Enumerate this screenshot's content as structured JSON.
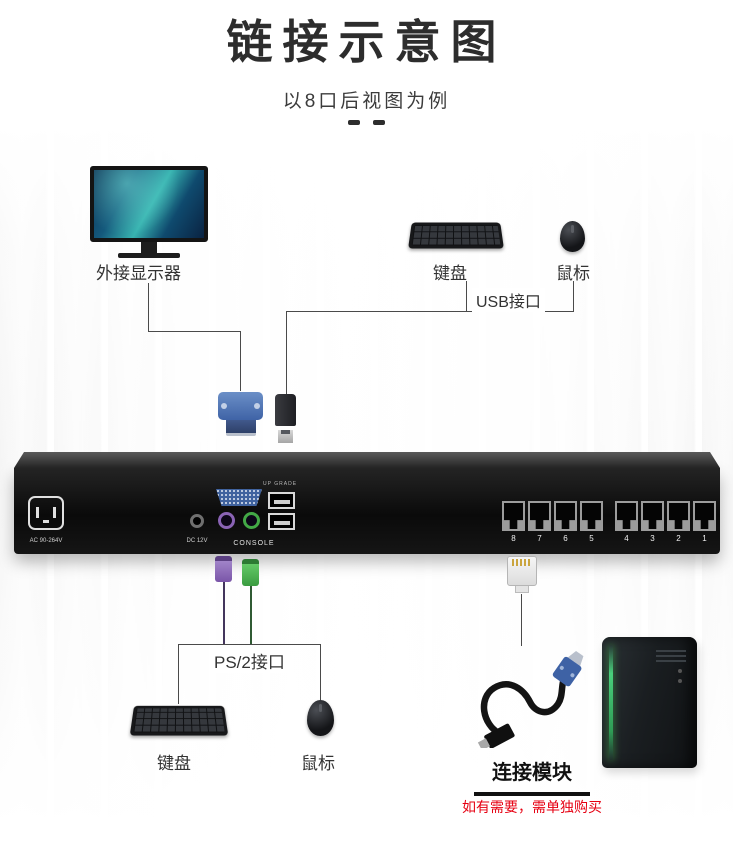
{
  "header": {
    "title": "链接示意图",
    "subtitle": "以8口后视图为例"
  },
  "diagram": {
    "monitor_label": "外接显示器",
    "keyboard_top_label": "键盘",
    "mouse_top_label": "鼠标",
    "usb_label": "USB接口",
    "ps2_label": "PS/2接口",
    "keyboard_bottom_label": "键盘",
    "mouse_bottom_label": "鼠标"
  },
  "device": {
    "ac_label": "AC 90-264V",
    "dc_label": "DC 12V",
    "upgrade_label": "UP GRADE",
    "console_label": "CONSOLE",
    "ports": [
      "8",
      "7",
      "6",
      "5",
      "4",
      "3",
      "2",
      "1"
    ]
  },
  "module": {
    "label": "连接模块",
    "note": "如有需要，需单独购买"
  },
  "colors": {
    "accent_red": "#e60012",
    "vga_blue": "#3f63a6",
    "ps2_purple": "#8a63b5",
    "ps2_green": "#43a846",
    "tower_green": "#3fae49"
  }
}
